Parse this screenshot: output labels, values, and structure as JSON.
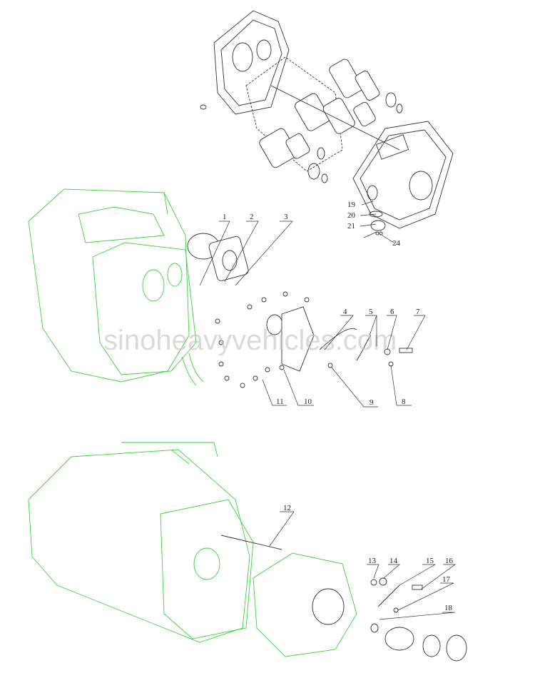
{
  "diagram": {
    "type": "exploded-parts-diagram",
    "watermark": "sinoheavyvehicles.com",
    "callouts": {
      "c1": "1",
      "c2": "2",
      "c3": "3",
      "c4": "4",
      "c5": "5",
      "c6": "6",
      "c7": "7",
      "c8": "8",
      "c9": "9",
      "c10": "10",
      "c11": "11",
      "c12": "12",
      "c13": "13",
      "c14": "14",
      "c15": "15",
      "c16": "16",
      "c17": "17",
      "c18": "18",
      "c19": "19",
      "c20": "20",
      "c21": "21",
      "c24": "24"
    },
    "colors": {
      "linework": "#333333",
      "context_parts": "#3ed13e",
      "watermark": "#bdbdbd"
    }
  }
}
